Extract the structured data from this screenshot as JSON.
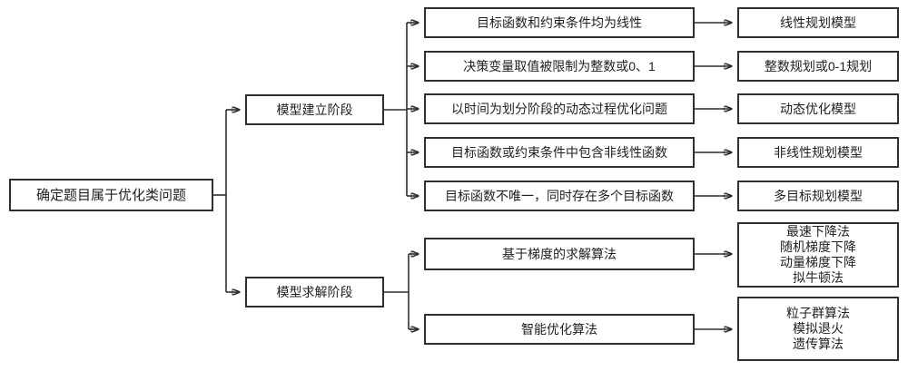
{
  "diagram": {
    "title_hint": "optimization-problem-flowchart",
    "colors": {
      "border": "#2f2f2f",
      "line": "#2f2f2f",
      "text": "#1f1f1f",
      "background": "#ffffff"
    },
    "root": {
      "label": "确定题目属于优化类问题"
    },
    "phases": [
      {
        "label": "模型建立阶段"
      },
      {
        "label": "模型求解阶段"
      }
    ],
    "build_rows": [
      {
        "condition": "目标函数和约束条件均为线性",
        "model": "线性规划模型"
      },
      {
        "condition": "决策变量取值被限制为整数或0、1",
        "model": "整数规划或0-1规划"
      },
      {
        "condition": "以时间为划分阶段的动态过程优化问题",
        "model": "动态优化模型"
      },
      {
        "condition": "目标函数或约束条件中包含非线性函数",
        "model": "非线性规划模型"
      },
      {
        "condition": "目标函数不唯一，同时存在多个目标函数",
        "model": "多目标规划模型"
      }
    ],
    "solve_rows": [
      {
        "method": "基于梯度的求解算法",
        "algorithms": [
          "最速下降法",
          "随机梯度下降",
          "动量梯度下降",
          "拟牛顿法"
        ]
      },
      {
        "method": "智能优化算法",
        "algorithms": [
          "粒子群算法",
          "模拟退火",
          "遗传算法"
        ]
      }
    ]
  }
}
